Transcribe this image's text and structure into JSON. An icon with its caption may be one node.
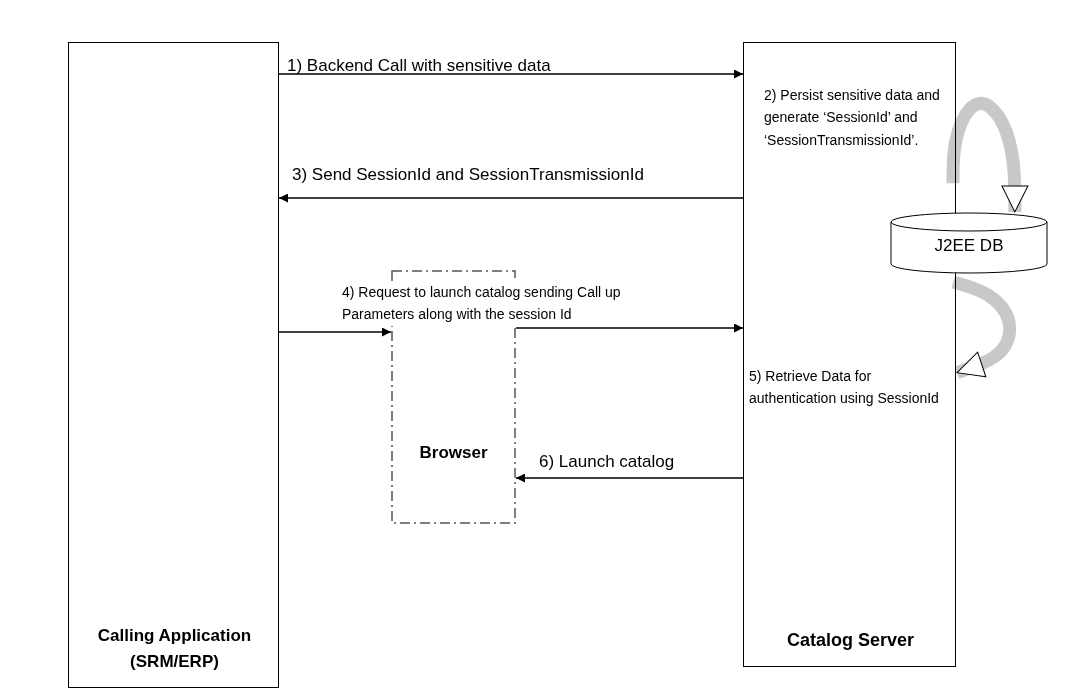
{
  "diagram": {
    "nodes": [
      {
        "text": [
          "Calling Application (SRM/ERP)"
        ]
      },
      {
        "text": [
          "Browser"
        ]
      },
      {
        "text": [
          "Catalog Server"
        ]
      },
      {
        "text": [
          "J2EE DB"
        ]
      }
    ],
    "edges": [
      {
        "from": 0,
        "to": 2,
        "arrow": "to",
        "label": "1) Backend Call with sensitive data"
      },
      {
        "from": 2,
        "to": 3,
        "arrow": "to",
        "label": "2) Persist sensitive data and generate ‘SessionId’ and ‘SessionTransmissionId’.",
        "style": "thick",
        "color": "#c8c8c8"
      },
      {
        "from": 2,
        "to": 0,
        "arrow": "to",
        "label": "3) Send SessionId and SessionTransmissionId"
      },
      {
        "from": 0,
        "to": 1,
        "arrow": "to",
        "label": "4) Request to launch catalog sending Call up Parameters along with the session Id"
      },
      {
        "from": 1,
        "to": 2,
        "arrow": "to"
      },
      {
        "from": 3,
        "to": 2,
        "arrow": "to",
        "label": "5) Retrieve Data for authentication using SessionId",
        "style": "thick",
        "color": "#c8c8c8"
      },
      {
        "from": 2,
        "to": 1,
        "arrow": "to",
        "label": "6) Launch catalog"
      }
    ]
  }
}
